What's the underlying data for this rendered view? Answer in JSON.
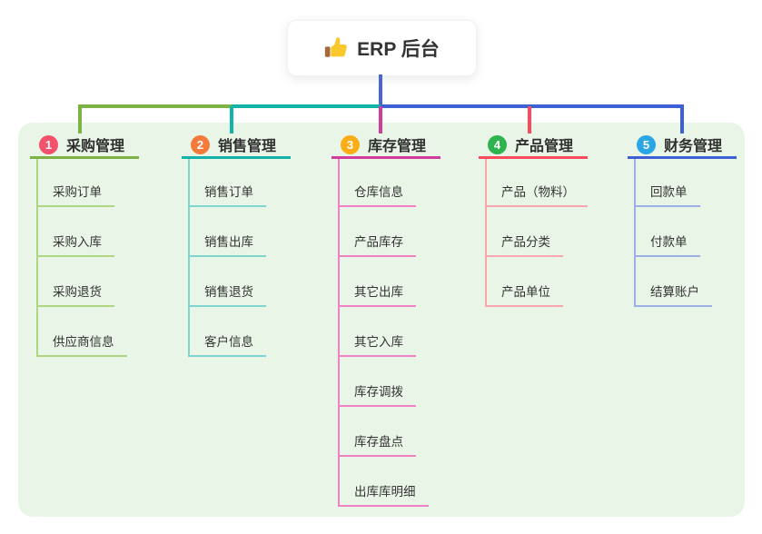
{
  "root": {
    "title": "ERP 后台",
    "icon": "thumbs-up-icon"
  },
  "connectors": {
    "stem_color": "#4a66d5"
  },
  "panel_color": "#e9f6e7",
  "branches": [
    {
      "number": "1",
      "label": "采购管理",
      "colors": {
        "main": "#7cb342",
        "light": "#aed581",
        "badge": "#f4516c"
      },
      "items": [
        "采购订单",
        "采购入库",
        "采购退货",
        "供应商信息"
      ]
    },
    {
      "number": "2",
      "label": "销售管理",
      "colors": {
        "main": "#14b3a9",
        "light": "#7fd6cf",
        "badge": "#f57b3c"
      },
      "items": [
        "销售订单",
        "销售出库",
        "销售退货",
        "客户信息"
      ]
    },
    {
      "number": "3",
      "label": "库存管理",
      "colors": {
        "main": "#d23c9c",
        "light": "#ef82c4",
        "badge": "#fbad18"
      },
      "items": [
        "仓库信息",
        "产品库存",
        "其它出库",
        "其它入库",
        "库存调拨",
        "库存盘点",
        "出库库明细"
      ]
    },
    {
      "number": "4",
      "label": "产品管理",
      "colors": {
        "main": "#f84b5e",
        "light": "#fba6ae",
        "badge": "#2eb34f"
      },
      "items": [
        "产品（物料）",
        "产品分类",
        "产品单位"
      ]
    },
    {
      "number": "5",
      "label": "财务管理",
      "colors": {
        "main": "#3e60d5",
        "light": "#9dafe6",
        "badge": "#2aa5e5"
      },
      "items": [
        "回款单",
        "付款单",
        "结算账户"
      ]
    }
  ]
}
